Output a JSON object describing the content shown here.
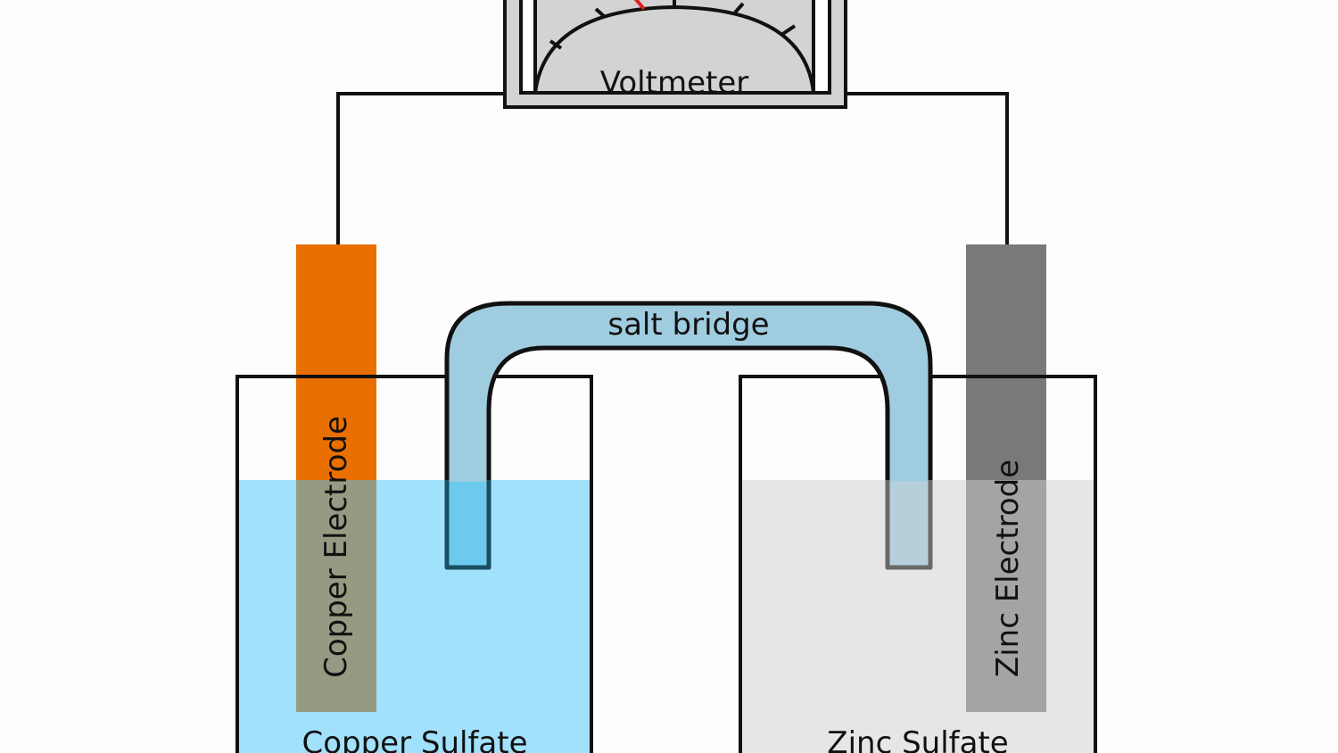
{
  "labels": {
    "voltmeter": "Voltmeter",
    "salt_bridge": "salt bridge",
    "copper_electrode": "Copper Electrode",
    "zinc_electrode": "Zinc Electrode",
    "copper_solution": "Copper Sulfate",
    "zinc_solution": "Zinc Sulfate"
  },
  "colors": {
    "background": "#fdfdfd",
    "wire": "#111111",
    "voltmeter_body": "#d3d3d3",
    "needle": "#e02020",
    "copper_electrode": "#e96f00",
    "copper_electrode_submerged": "#979a82",
    "zinc_electrode": "#797979",
    "zinc_electrode_submerged": "#a4a4a4",
    "copper_sulfate_solution": "#a1e1fb",
    "zinc_sulfate_solution": "#e6e6e8",
    "salt_bridge": "#a0ccdf"
  }
}
